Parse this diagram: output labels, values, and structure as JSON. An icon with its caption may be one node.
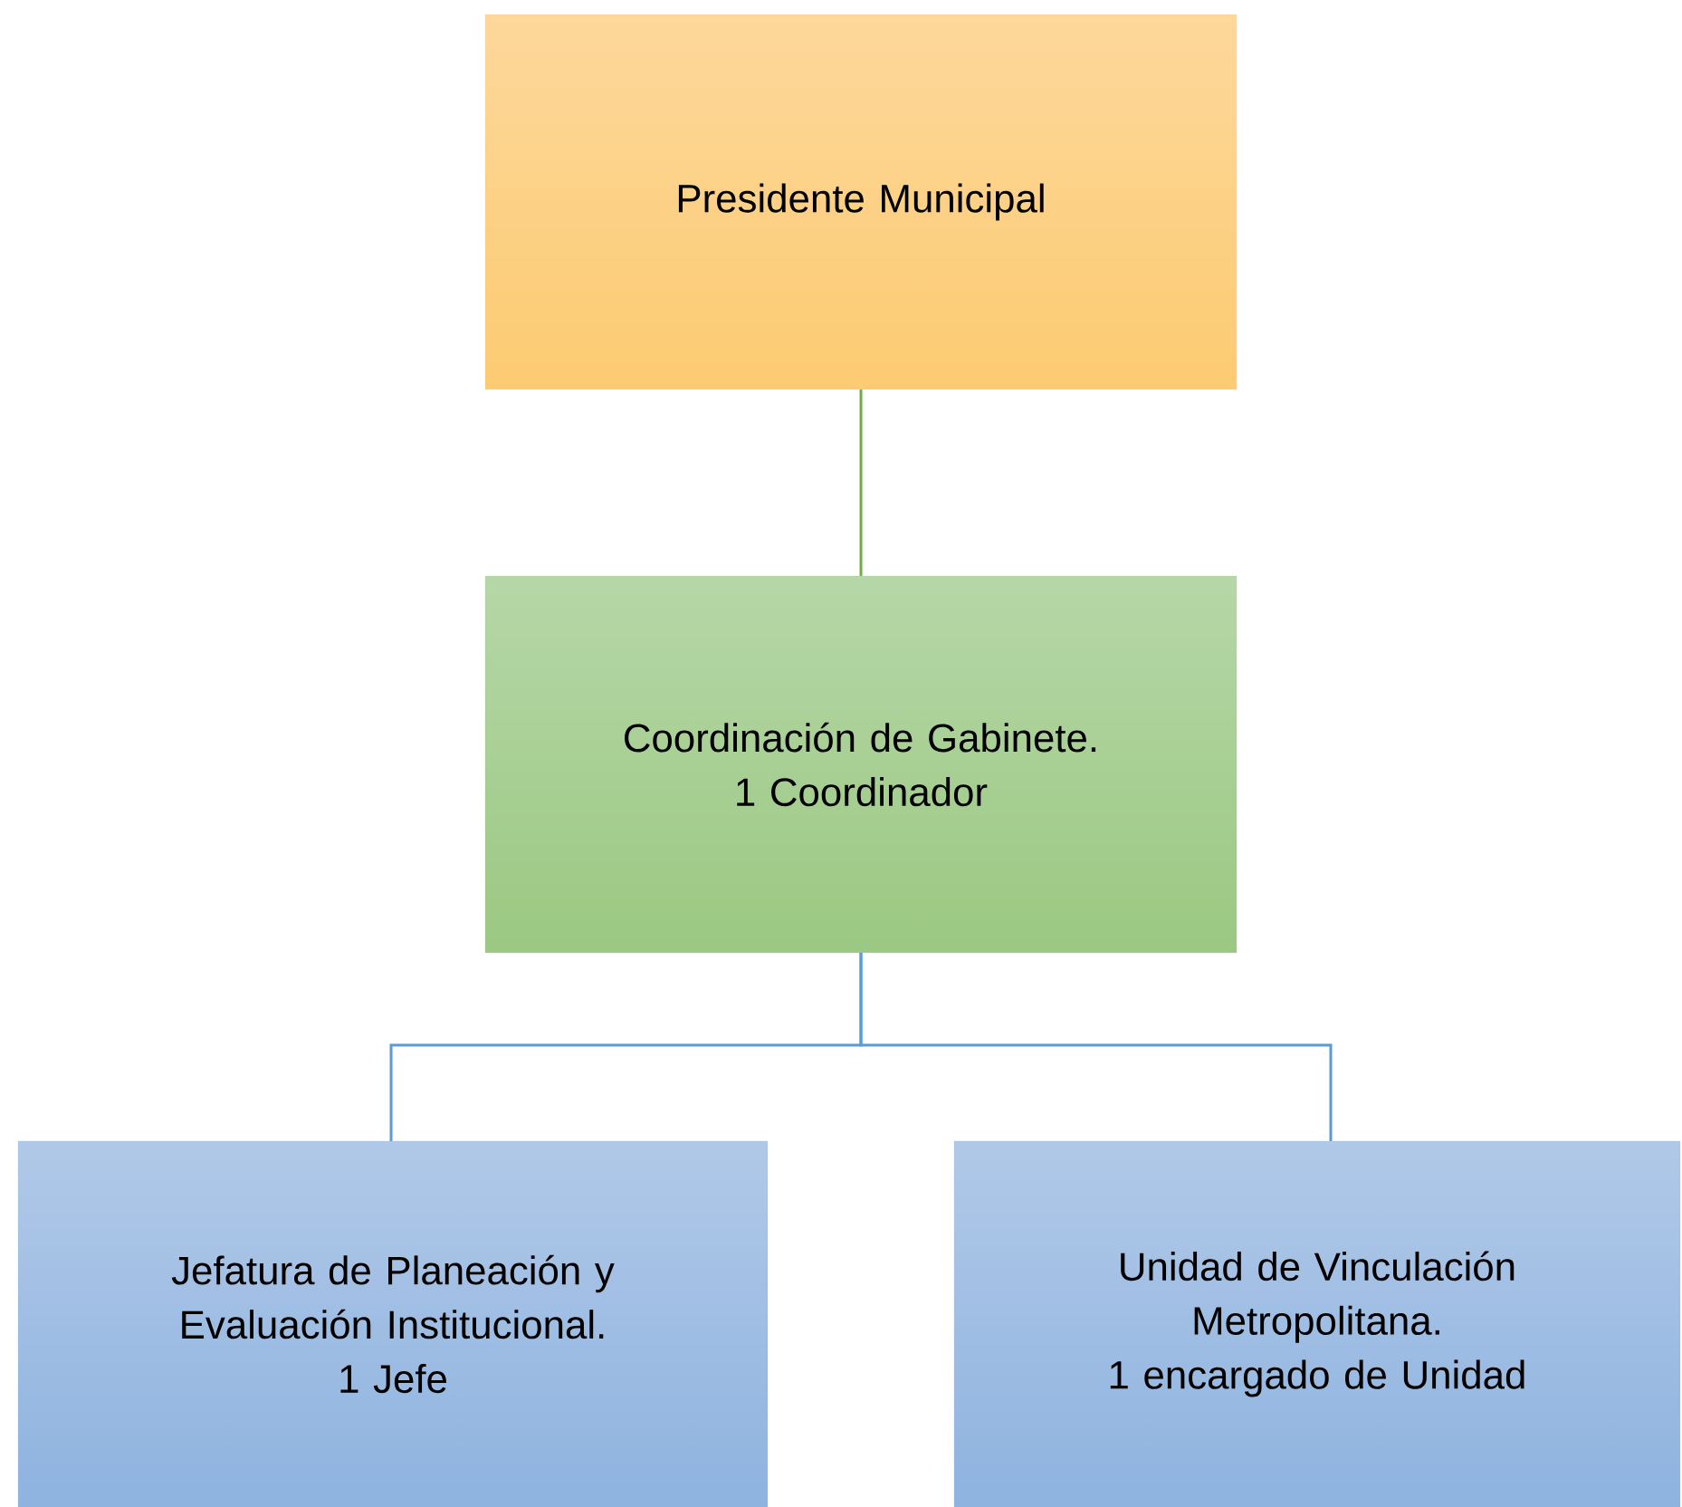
{
  "diagram": {
    "nodes": [
      {
        "text": [
          "Presidente Municipal"
        ]
      },
      {
        "text": [
          "Coordinación de Gabinete.",
          "1 Coordinador"
        ]
      },
      {
        "text": [
          "Jefatura de Planeación y Evaluación Institucional.",
          "1 Jefe"
        ]
      },
      {
        "text": [
          "Unidad de Vinculación Metropolitana.",
          "1 encargado de Unidad"
        ]
      }
    ],
    "edges": [
      {
        "from": 0,
        "to": 1,
        "arrow": "none",
        "color": "#70ad47"
      },
      {
        "from": 1,
        "to": 2,
        "arrow": "none"
      },
      {
        "from": 1,
        "to": 3,
        "arrow": "none"
      }
    ]
  }
}
